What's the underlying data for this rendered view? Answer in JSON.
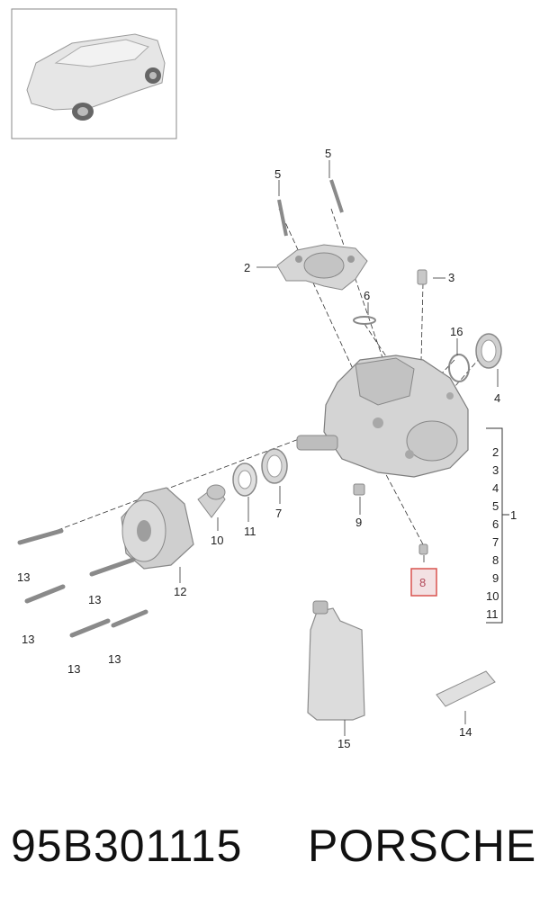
{
  "callouts": {
    "c1": "1",
    "c2": "2",
    "c3": "3",
    "c4": "4",
    "c5a": "5",
    "c5b": "5",
    "c6": "6",
    "c7": "7",
    "c8": "8",
    "c9": "9",
    "c10": "10",
    "c11": "11",
    "c12": "12",
    "c13a": "13",
    "c13b": "13",
    "c13c": "13",
    "c13d": "13",
    "c13e": "13",
    "c14": "14",
    "c15": "15",
    "c16": "16"
  },
  "bracket_list": [
    "2",
    "3",
    "4",
    "5",
    "6",
    "7",
    "8",
    "9",
    "10",
    "11"
  ],
  "highlighted_part": "8",
  "colors": {
    "highlight": "#d9534f",
    "part_fill": "#d8d8d8",
    "line": "#333333"
  },
  "footer": {
    "part_number": "95B301115",
    "brand": "PORSCHE"
  }
}
